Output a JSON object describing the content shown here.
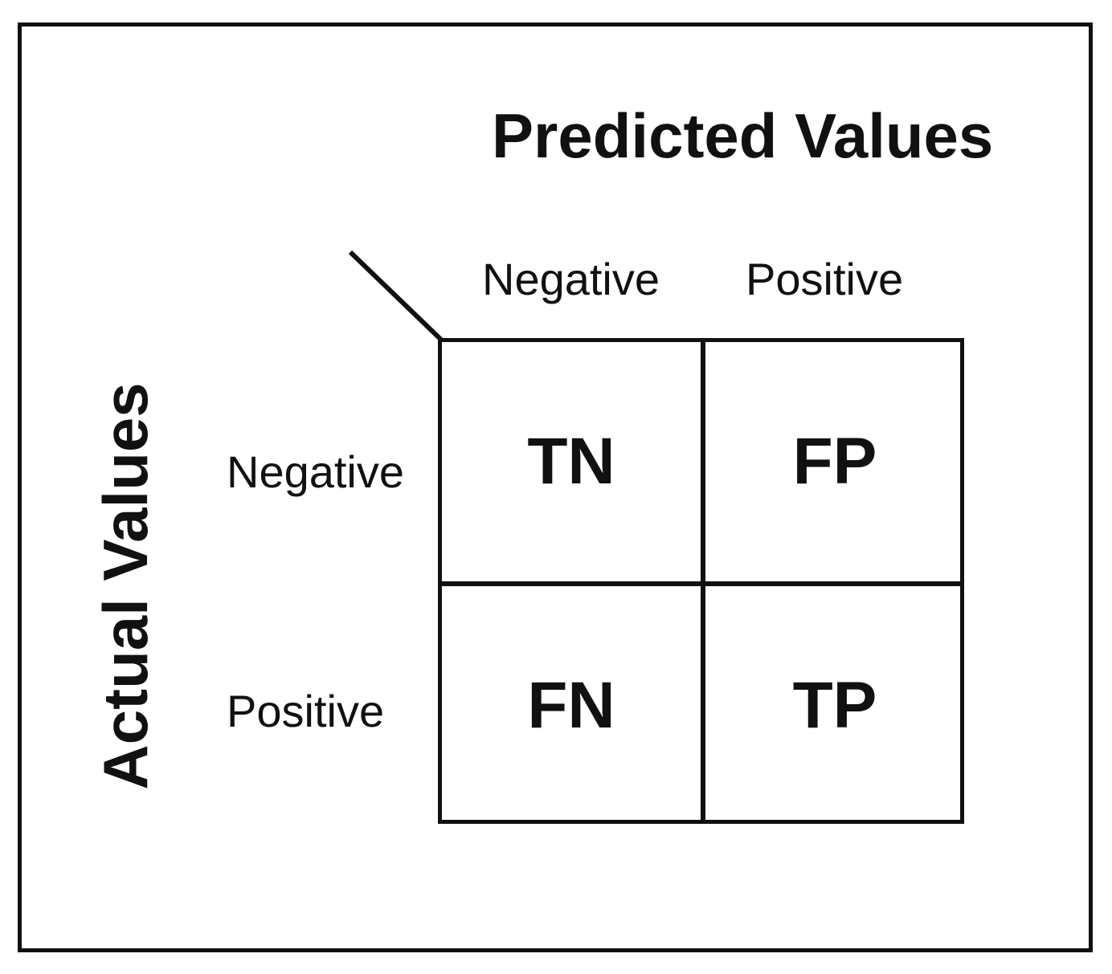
{
  "titles": {
    "predicted": "Predicted Values",
    "actual": "Actual Values"
  },
  "columns": {
    "negative": "Negative",
    "positive": "Positive"
  },
  "rows": {
    "negative": "Negative",
    "positive": "Positive"
  },
  "cells": {
    "tn": "TN",
    "fp": "FP",
    "fn": "FN",
    "tp": "TP"
  },
  "colors": {
    "ink": "#111111",
    "background": "#ffffff"
  }
}
